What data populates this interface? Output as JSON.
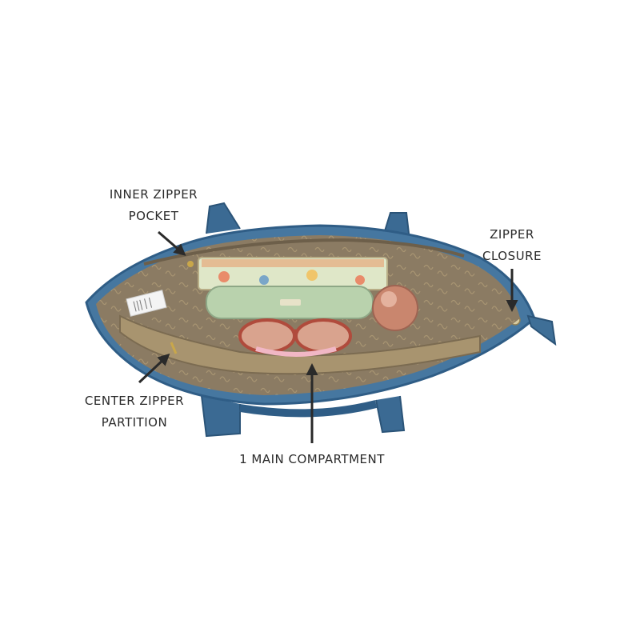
{
  "labels": {
    "inner_zipper_pocket": [
      "INNER ZIPPER",
      "POCKET"
    ],
    "zipper_closure": [
      "ZIPPER",
      "CLOSURE"
    ],
    "center_zipper_partition": [
      "CENTER ZIPPER",
      "PARTITION"
    ],
    "main_compartment": "1 MAIN COMPARTMENT"
  },
  "colors": {
    "bag_blue": "#3f6f97",
    "lining_tan": "#8a7a62",
    "arrow": "#2a2a2a"
  }
}
